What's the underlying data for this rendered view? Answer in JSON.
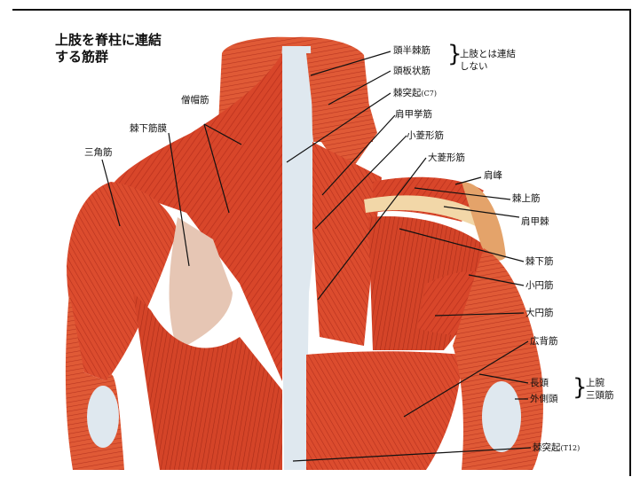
{
  "title": {
    "line1": "上肢を脊柱に連結",
    "line2": "する筋群"
  },
  "labels": {
    "trapezius": "僧帽筋",
    "infraspinous_fascia": "棘下筋膜",
    "deltoid": "三角筋",
    "splenius_capitis": "頭半棘筋",
    "splenius": "頭板状筋",
    "not_connected_1": "上肢とは連結",
    "not_connected_2": "しない",
    "spinous_process_c7": "棘突起",
    "c7": "(C7)",
    "levator_scapulae": "肩甲挙筋",
    "rhomboid_minor": "小菱形筋",
    "rhomboid_major": "大菱形筋",
    "acromion": "肩峰",
    "supraspinatus": "棘上筋",
    "scapular_spine": "肩甲棘",
    "infraspinatus": "棘下筋",
    "teres_minor": "小円筋",
    "teres_major": "大円筋",
    "latissimus_dorsi": "広背筋",
    "long_head": "長頭",
    "lateral_head": "外側頭",
    "triceps_1": "上腕",
    "triceps_2": "三頭筋",
    "spinous_process_t12": "棘突起",
    "t12": "(T12)"
  },
  "colors": {
    "muscle": "#d8462a",
    "muscle_dark": "#b8301c",
    "muscle_light": "#ec7a52",
    "tendon": "#dfe8ef",
    "fascia": "#e6c6b4",
    "line": "#111111"
  }
}
